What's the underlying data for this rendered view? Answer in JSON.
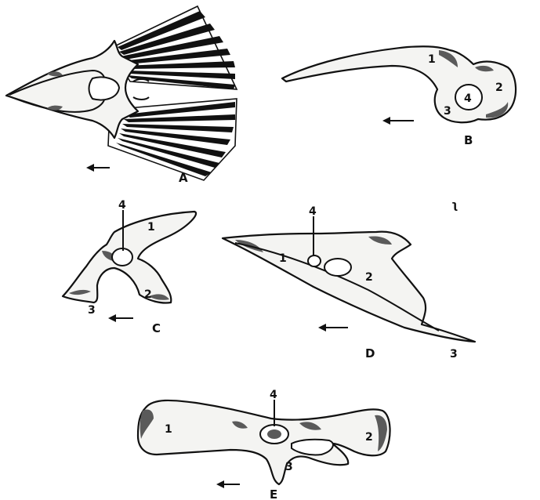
{
  "figure": {
    "panels": [
      {
        "id": "A",
        "letter": "A",
        "parts": []
      },
      {
        "id": "B",
        "letter": "B",
        "parts": [
          "1",
          "2",
          "3",
          "4"
        ]
      },
      {
        "id": "C",
        "letter": "C",
        "parts": [
          "1",
          "2",
          "3",
          "4"
        ]
      },
      {
        "id": "D",
        "letter": "D",
        "parts": [
          "1",
          "2",
          "3",
          "4"
        ]
      },
      {
        "id": "E",
        "letter": "E",
        "parts": [
          "1",
          "2",
          "3",
          "4"
        ]
      }
    ],
    "stray_mark": "ʅ"
  }
}
